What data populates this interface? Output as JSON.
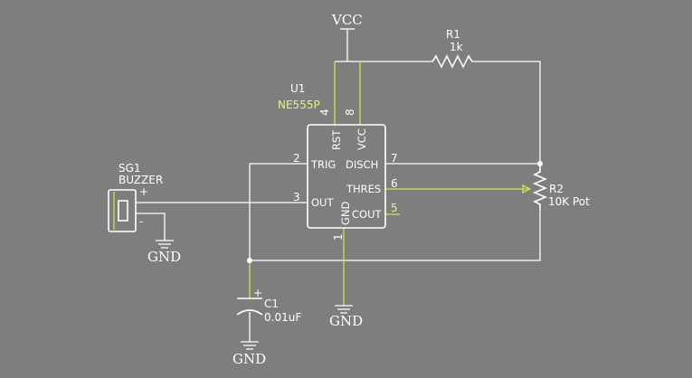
{
  "power": {
    "vcc_label": "VCC",
    "gnd_label": "GND"
  },
  "components": {
    "r1": {
      "ref": "R1",
      "value": "1k"
    },
    "r2": {
      "ref": "R2",
      "value": "10K Pot"
    },
    "u1": {
      "ref": "U1",
      "part": "NE555P"
    },
    "c1": {
      "ref": "C1",
      "value": "0.01uF",
      "polarity": "+"
    },
    "sg1": {
      "ref": "SG1",
      "part": "BUZZER",
      "plus": "+",
      "minus": "-"
    }
  },
  "pins": {
    "p4": "4",
    "p8": "8",
    "p2": "2",
    "p3": "3",
    "p7": "7",
    "p6": "6",
    "p5": "5",
    "p1": "1",
    "rst": "RST",
    "vcc": "VCC",
    "trig": "TRIG",
    "out": "OUT",
    "disch": "DISCH",
    "thres": "THRES",
    "cout": "COUT",
    "gnd": "GND"
  },
  "colors": {
    "background": "#7e7e7e",
    "wire": "#ffffff",
    "highlight": "#c8e84a"
  }
}
